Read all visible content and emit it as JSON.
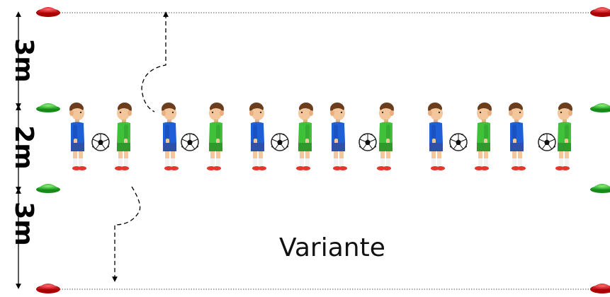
{
  "diagram": {
    "title": "Variante",
    "dimensions": [
      {
        "label": "3m"
      },
      {
        "label": "2m"
      },
      {
        "label": "3m"
      }
    ],
    "players": {
      "pairs": 6,
      "colors": {
        "blue": "#1e5fd8",
        "green": "#3fc23a",
        "shorts_blue": "#2f4fa8",
        "shorts_green": "#2e9a2e"
      }
    },
    "cones": {
      "red": "#e01b24",
      "green": "#35c235"
    }
  }
}
